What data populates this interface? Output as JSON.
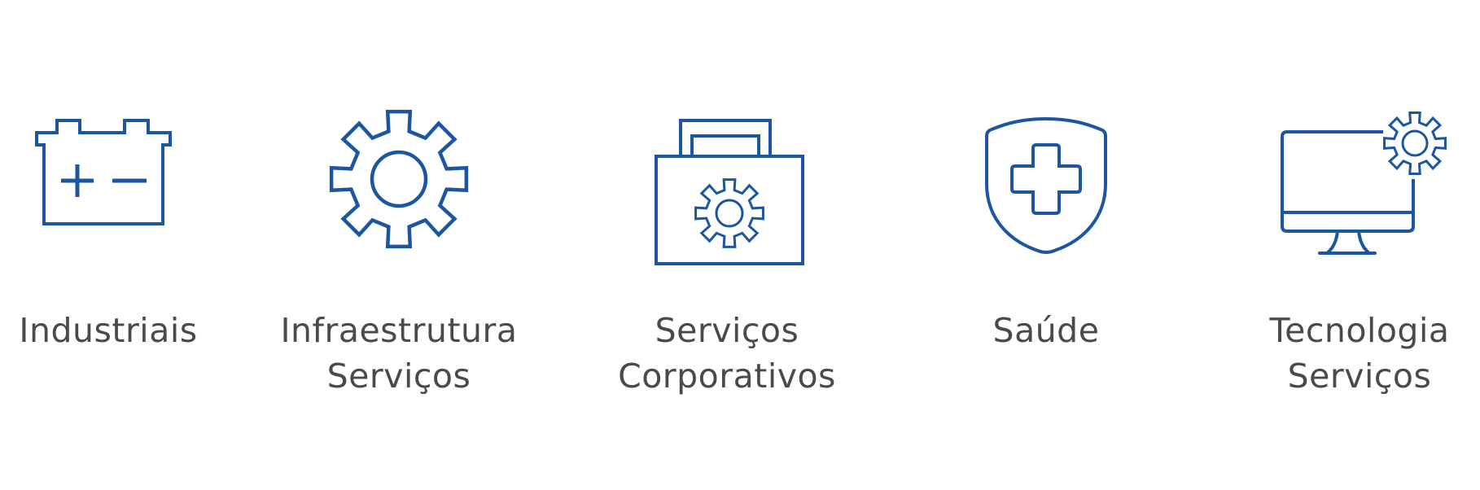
{
  "colors": {
    "icon_blue": "#1c56a3",
    "label_gray": "#4a4a4a",
    "background": "#ffffff"
  },
  "sectors": [
    {
      "icon": "battery-icon",
      "lines": [
        "Industriais",
        ""
      ]
    },
    {
      "icon": "gear-icon",
      "lines": [
        "Infraestrutura",
        "Serviços"
      ]
    },
    {
      "icon": "briefcase-gear-icon",
      "lines": [
        "Serviços",
        "Corporativos"
      ]
    },
    {
      "icon": "shield-cross-icon",
      "lines": [
        "Saúde",
        ""
      ]
    },
    {
      "icon": "monitor-gear-icon",
      "lines": [
        "Tecnologia",
        "Serviços"
      ]
    }
  ]
}
